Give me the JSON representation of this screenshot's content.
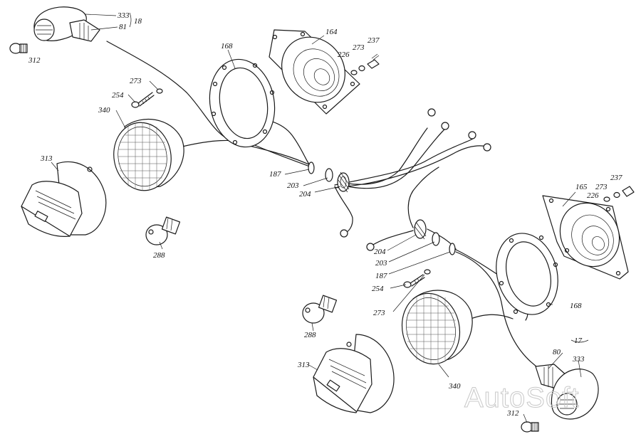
{
  "labels": {
    "p333a": "333",
    "p81": "81",
    "p18": "18",
    "p312a": "312",
    "p168a": "168",
    "p164": "164",
    "p226a": "226",
    "p273a": "273",
    "p237a": "237",
    "p273b": "273",
    "p254a": "254",
    "p340a": "340",
    "p313a": "313",
    "p288a": "288",
    "p187a": "187",
    "p203a": "203",
    "p204a": "204",
    "p165": "165",
    "p237b": "237",
    "p273c": "273",
    "p226b": "226",
    "p204b": "204",
    "p203b": "203",
    "p187b": "187",
    "p254b": "254",
    "p273d": "273",
    "p168b": "168",
    "p288b": "288",
    "p313b": "313",
    "p340b": "340",
    "p17": "17",
    "p80": "80",
    "p333b": "333",
    "p312b": "312"
  },
  "watermark": "AutoSoft"
}
